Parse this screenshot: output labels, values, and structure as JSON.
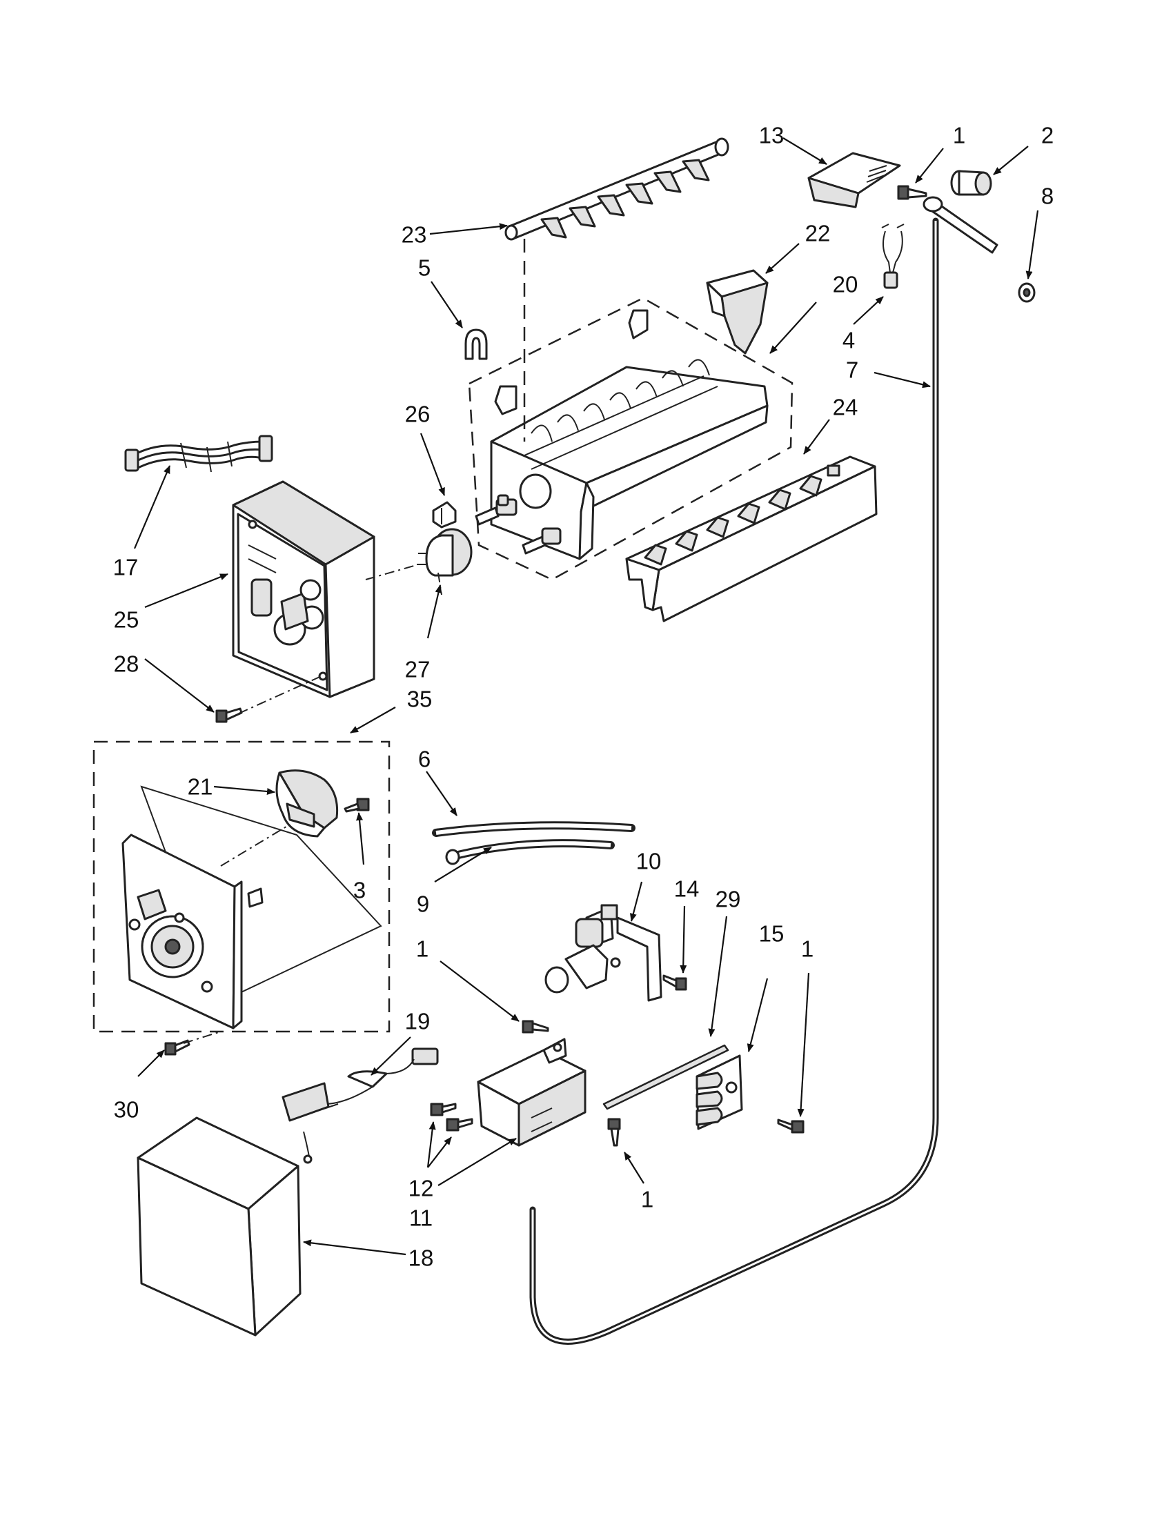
{
  "callouts": {
    "c1a": "1",
    "c2": "2",
    "c8": "8",
    "c13": "13",
    "c23": "23",
    "c22": "22",
    "c20": "20",
    "c5": "5",
    "c4": "4",
    "c7": "7",
    "c26": "26",
    "c24": "24",
    "c17": "17",
    "c25": "25",
    "c27": "27",
    "c28": "28",
    "c35": "35",
    "c21": "21",
    "c3": "3",
    "c6": "6",
    "c9": "9",
    "c10": "10",
    "c14": "14",
    "c29": "29",
    "c15": "15",
    "c1b": "1",
    "c1c": "1",
    "c1d": "1",
    "c19": "19",
    "c30": "30",
    "c12": "12",
    "c11": "11",
    "c18": "18"
  }
}
